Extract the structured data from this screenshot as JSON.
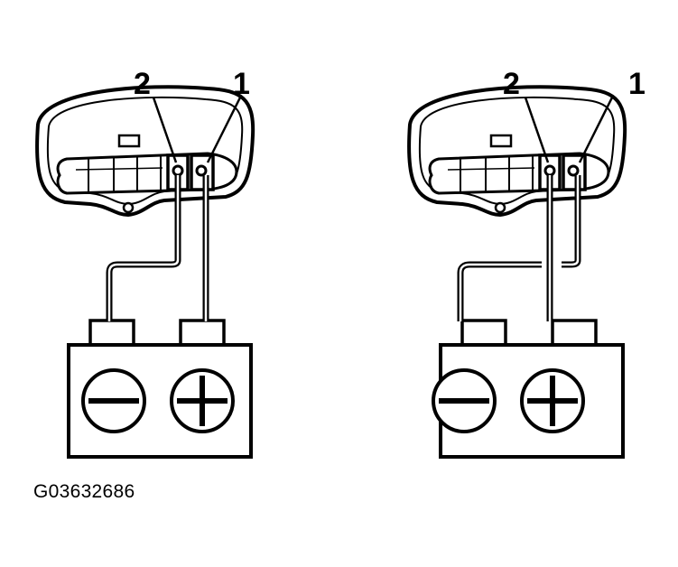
{
  "figure_id": "G03632686",
  "panels": [
    {
      "pin_labels": [
        "2",
        "1"
      ],
      "polarity_symbols": [
        "minus-icon",
        "plus-icon"
      ],
      "connection": "pin-2-to-negative, pin-1-to-positive"
    },
    {
      "pin_labels": [
        "2",
        "1"
      ],
      "polarity_symbols": [
        "minus-icon",
        "plus-icon"
      ],
      "connection": "pin-1-to-negative, pin-2-to-positive"
    }
  ],
  "colors": {
    "ink": "#000000",
    "paper": "#ffffff"
  }
}
